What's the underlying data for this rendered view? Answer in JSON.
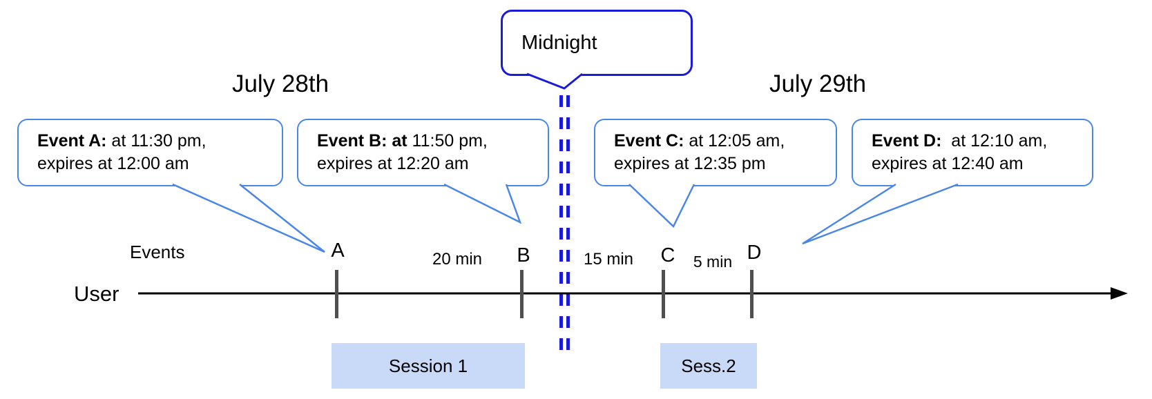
{
  "dates": {
    "left": "July 28th",
    "right": "July 29th"
  },
  "midnight_callout": {
    "label": "Midnight"
  },
  "event_callouts": [
    {
      "bold": "Event A:",
      "rest": " at 11:30 pm,",
      "line2": "expires at 12:00 am"
    },
    {
      "bold": "Event B: at",
      "rest": " 11:50 pm,",
      "line2": "expires at 12:20 am"
    },
    {
      "bold": "Event C:",
      "rest": " at 12:05 am,",
      "line2": "expires at 12:35 pm"
    },
    {
      "bold": "Event D:",
      "rest": "  at 12:10 am,",
      "line2": "expires at 12:40 am"
    }
  ],
  "timeline": {
    "row_label": "User",
    "events_label": "Events",
    "tick_labels": [
      "A",
      "B",
      "C",
      "D"
    ],
    "interval_labels": [
      "20 min",
      "15 min",
      "5 min"
    ]
  },
  "sessions": [
    {
      "label": "Session 1"
    },
    {
      "label": "Sess.2"
    }
  ],
  "colors": {
    "event_callout_border": "#4a86e8",
    "midnight_accent": "#1a1ad9",
    "session_fill": "#c9daf8",
    "tick_color": "#4f4f4f",
    "timeline_color": "#000000"
  }
}
